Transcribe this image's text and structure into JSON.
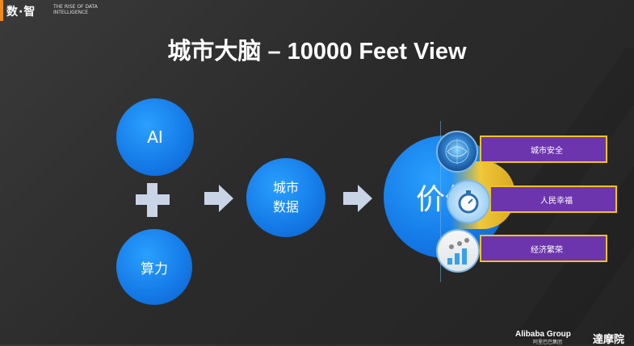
{
  "branding": {
    "logo_cn": "数·智",
    "logo_en": "THE RISE OF DATA INTELLIGENCE"
  },
  "slide": {
    "title": "城市大脑 – 10000 Feet View"
  },
  "nodes": {
    "ai": "AI",
    "compute": "算力",
    "city_data_line1": "城市",
    "city_data_line2": "数据",
    "value": "价值"
  },
  "outcomes": [
    {
      "label": "城市安全"
    },
    {
      "label": "人民幸福"
    },
    {
      "label": "经济繁荣"
    }
  ],
  "footer": {
    "alibaba": "Alibaba Group",
    "alibaba_cn": "阿里巴巴集团",
    "damo": "達摩院"
  },
  "colors": {
    "accent_orange": "#f08a1c",
    "circle_blue": "#1479e6",
    "bar_purple": "#6d35ad",
    "bar_border": "#f0c419"
  },
  "icons": [
    "plus-icon",
    "arrow-right-icon",
    "brain-globe-icon",
    "stopwatch-icon",
    "people-growth-icon"
  ]
}
